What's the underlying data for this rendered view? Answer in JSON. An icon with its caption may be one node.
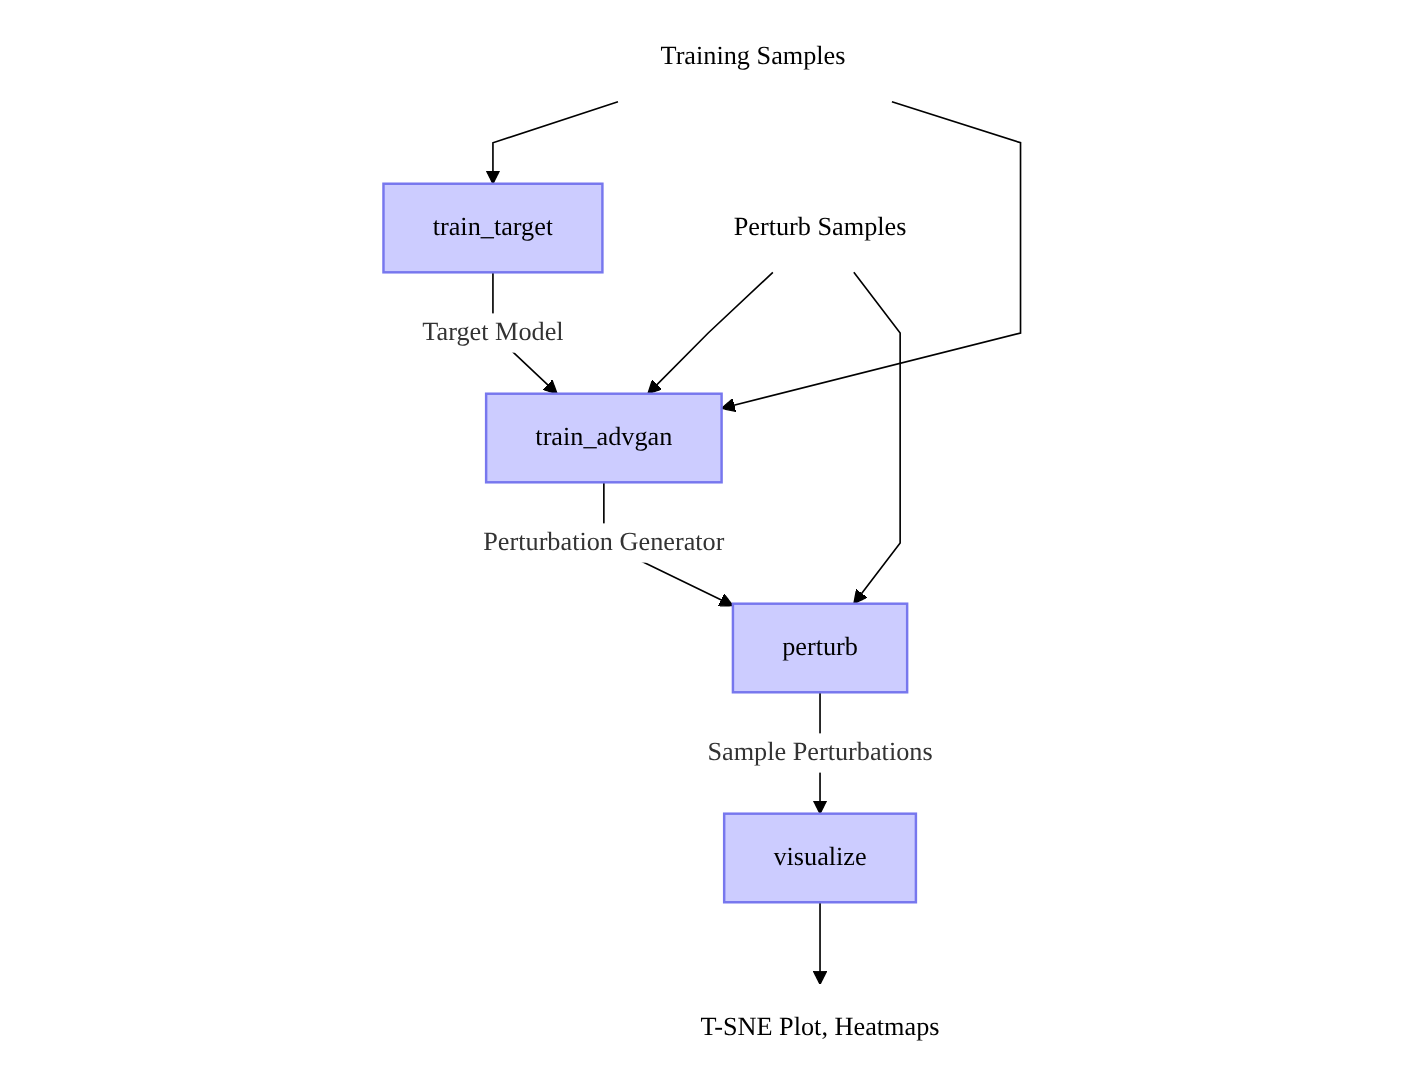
{
  "diagram": {
    "nodes": [
      {
        "text": [
          "Training Samples"
        ]
      },
      {
        "text": [
          "train_target"
        ]
      },
      {
        "text": [
          "Perturb Samples"
        ]
      },
      {
        "text": [
          "train_advgan"
        ]
      },
      {
        "text": [
          "perturb"
        ]
      },
      {
        "text": [
          "visualize"
        ]
      },
      {
        "text": [
          "T-SNE Plot, Heatmaps"
        ]
      }
    ],
    "edges": [
      {
        "from": 0,
        "to": 1,
        "arrow": "to"
      },
      {
        "from": 0,
        "to": 3,
        "arrow": "to"
      },
      {
        "from": 1,
        "to": 3,
        "arrow": "to",
        "label": "Target Model"
      },
      {
        "from": 2,
        "to": 3,
        "arrow": "to"
      },
      {
        "from": 2,
        "to": 4,
        "arrow": "to"
      },
      {
        "from": 3,
        "to": 4,
        "arrow": "to",
        "label": "Perturbation Generator"
      },
      {
        "from": 4,
        "to": 5,
        "arrow": "to",
        "label": "Sample Perturbations"
      },
      {
        "from": 5,
        "to": 6,
        "arrow": "to"
      }
    ]
  }
}
